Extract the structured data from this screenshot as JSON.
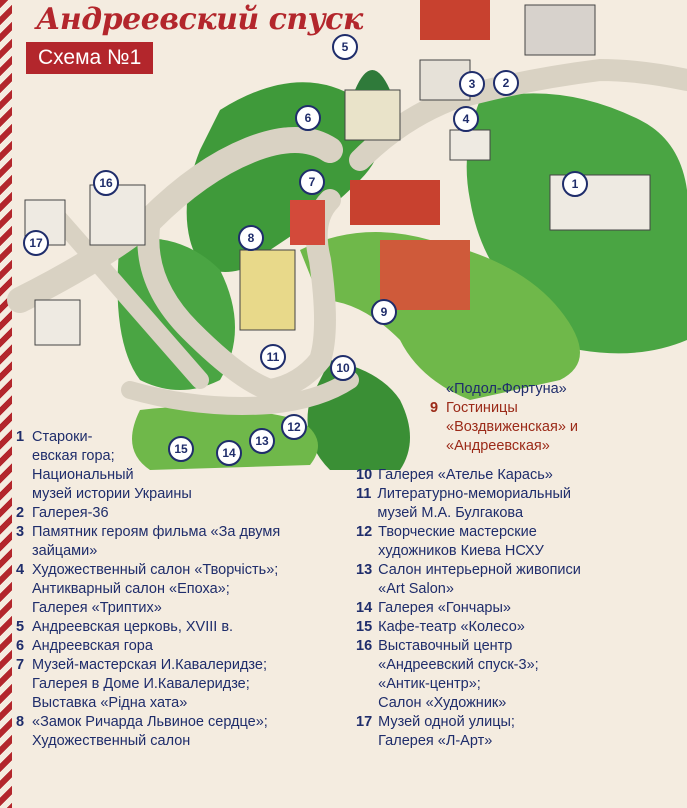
{
  "title": "Андреевский спуск",
  "scheme_label": "Схема №1",
  "markers": [
    "1",
    "2",
    "3",
    "4",
    "5",
    "6",
    "7",
    "8",
    "9",
    "10",
    "11",
    "12",
    "13",
    "14",
    "15",
    "16",
    "17"
  ],
  "legend_top": [
    {
      "num": "",
      "text": "«Подол-Фортуна»",
      "highlight": false
    },
    {
      "num": "9",
      "text": "Гостиницы\n«Воздвиженская» и\n«Андреевская»",
      "highlight": true
    }
  ],
  "legend_left": [
    {
      "num": "1",
      "text": "Староки-\nевская гора;\nНациональный\nмузей истории Украины"
    },
    {
      "num": "2",
      "text": "Галерея-36"
    },
    {
      "num": "3",
      "text": "Памятник героям фильма «За двумя\nзайцами»"
    },
    {
      "num": "4",
      "text": "Художественный салон «Творчість»;\nАнтикварный салон «Епоха»;\nГалерея «Триптих»"
    },
    {
      "num": "5",
      "text": "Андреевская церковь, XVIII в."
    },
    {
      "num": "6",
      "text": "Андреевская гора"
    },
    {
      "num": "7",
      "text": "Музей-мастерская И.Кавалеридзе;\nГалерея в Доме И.Кавалеридзе;\nВыставка «Рідна хата»"
    },
    {
      "num": "8",
      "text": "«Замок Ричарда Львиное сердце»;\nХудожественный салон"
    }
  ],
  "legend_right": [
    {
      "num": "10",
      "text": "Галерея «Ателье Карась»"
    },
    {
      "num": "11",
      "text": "Литературно-мемориальный\nмузей М.А. Булгакова"
    },
    {
      "num": "12",
      "text": "Творческие мастерские\nхудожников Киева НСХУ"
    },
    {
      "num": "13",
      "text": "Салон интерьерной живописи\n«Art Salon»"
    },
    {
      "num": "14",
      "text": "Галерея «Гончары»"
    },
    {
      "num": "15",
      "text": "Кафе-театр «Колесо»"
    },
    {
      "num": "16",
      "text": "Выставочный центр\n«Андреевский спуск-3»;\n«Антик-центр»;\nСалон «Художник»"
    },
    {
      "num": "17",
      "text": "Музей одной улицы;\nГалерея «Л-Арт»"
    }
  ]
}
